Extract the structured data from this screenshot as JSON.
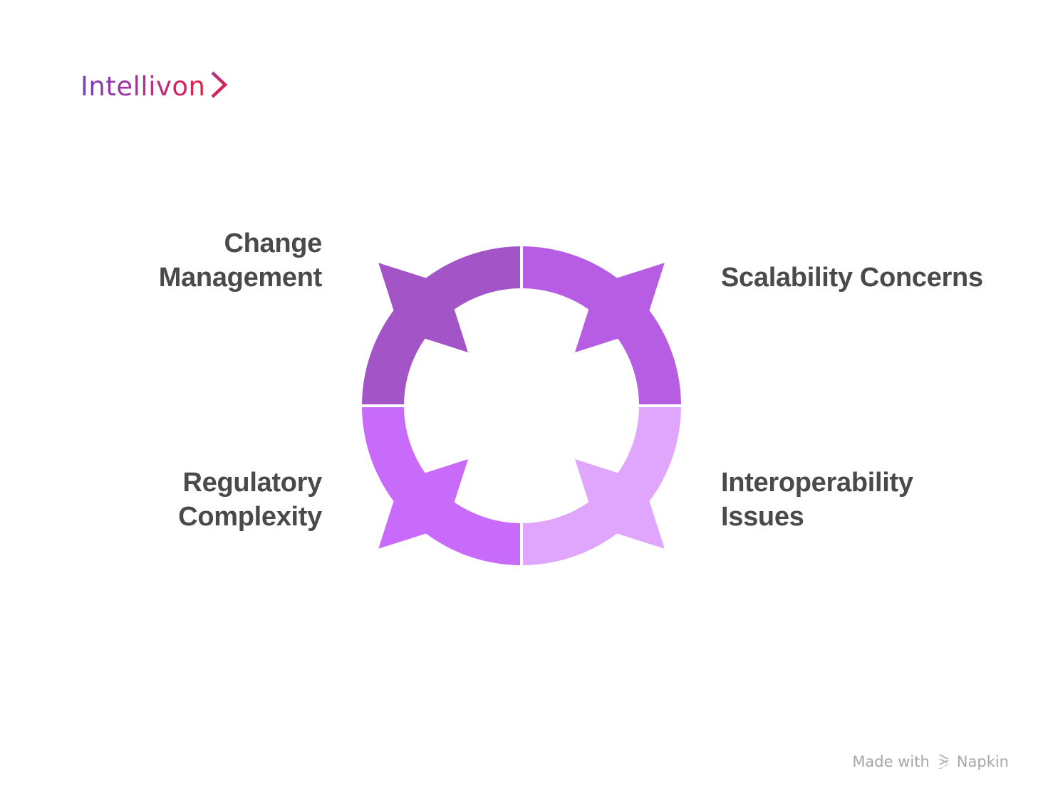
{
  "logo": {
    "text": "Intellivon",
    "icon": "chevron-right-icon",
    "gradient": [
      "#7B3FB8",
      "#B0308F",
      "#E8203F"
    ]
  },
  "diagram": {
    "items": [
      {
        "label_line1": "Change",
        "label_line2": "Management",
        "color": "#A355C8",
        "position": "top-left"
      },
      {
        "label_line1": "Scalability Concerns",
        "label_line2": "",
        "color": "#B65DE3",
        "position": "top-right"
      },
      {
        "label_line1": "Interoperability",
        "label_line2": "Issues",
        "color": "#E0A5FD",
        "position": "bottom-right"
      },
      {
        "label_line1": "Regulatory",
        "label_line2": "Complexity",
        "color": "#C96BFA",
        "position": "bottom-left"
      }
    ],
    "text_color": "#4A4A4A"
  },
  "footer": {
    "made_with": "Made with",
    "brand": "Napkin",
    "icon": "napkin-logo-icon"
  }
}
